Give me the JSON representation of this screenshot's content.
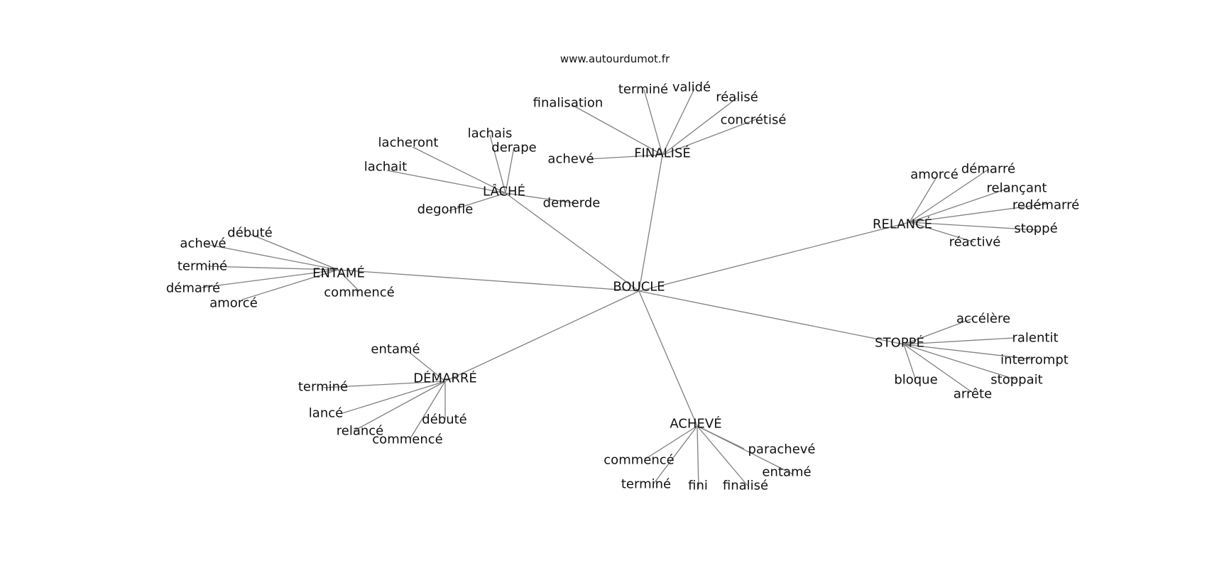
{
  "source": "www.autourdumot.fr",
  "center": "BOUCLE",
  "groups": [
    {
      "hub": "FINALISÉ",
      "words": [
        "finalisation",
        "terminé",
        "validé",
        "réalisé",
        "concrétisé",
        "achevé"
      ]
    },
    {
      "hub": "LÂCHÉ",
      "words": [
        "lacheront",
        "lachais",
        "derape",
        "lachait",
        "degonfle",
        "demerde"
      ]
    },
    {
      "hub": "ENTAMÉ",
      "words": [
        "débuté",
        "achevé",
        "terminé",
        "démarré",
        "amorcé",
        "commencé"
      ]
    },
    {
      "hub": "RELANCÉ",
      "words": [
        "amorcé",
        "démarré",
        "relançant",
        "redémarré",
        "stoppé",
        "réactivé"
      ]
    },
    {
      "hub": "STOPPÉ",
      "words": [
        "accélère",
        "ralentit",
        "interrompt",
        "stoppait",
        "bloque",
        "arrête"
      ]
    },
    {
      "hub": "DÉMARRÉ",
      "words": [
        "entamé",
        "terminé",
        "lancé",
        "relancé",
        "débuté",
        "commencé"
      ]
    },
    {
      "hub": "ACHEVÉ",
      "words": [
        "commencé",
        "terminé",
        "fini",
        "finalisé",
        "entamé",
        "parachevé"
      ]
    }
  ]
}
